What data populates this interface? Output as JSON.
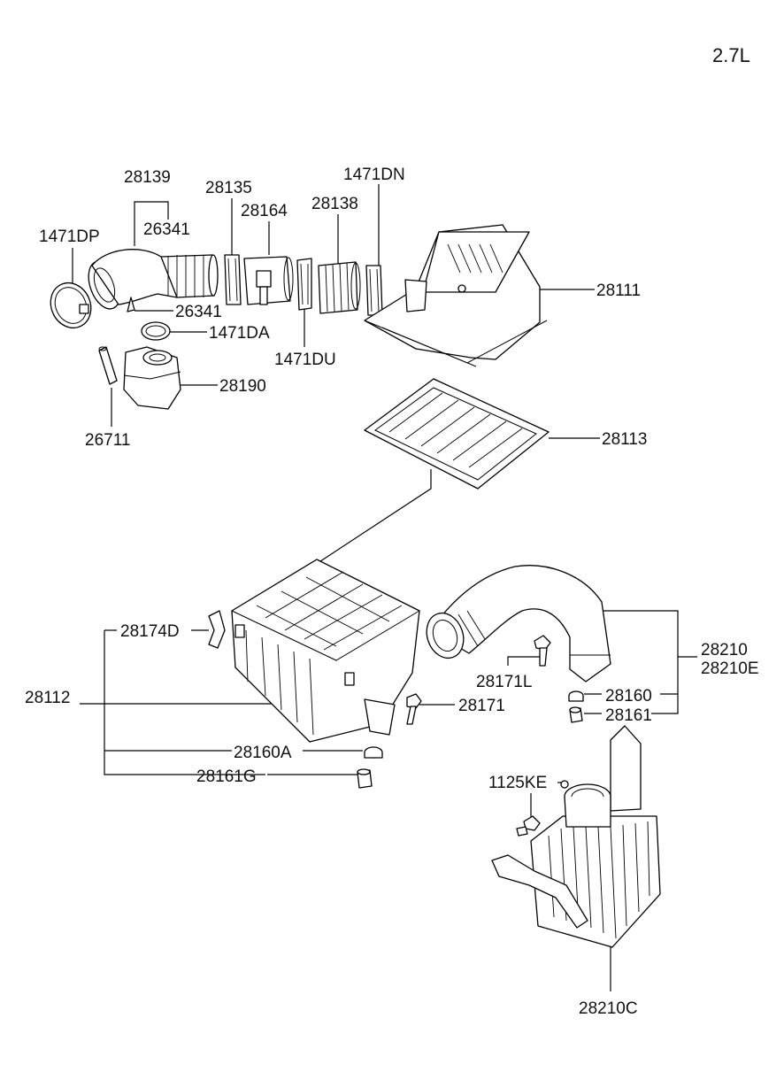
{
  "engine": "2.7L",
  "parts": {
    "p28139": "28139",
    "p26341a": "26341",
    "p26341b": "26341",
    "p1471dp": "1471DP",
    "p28135": "28135",
    "p28164": "28164",
    "p28138": "28138",
    "p1471dn": "1471DN",
    "p28111": "28111",
    "p1471da": "1471DA",
    "p1471du": "1471DU",
    "p28190": "28190",
    "p26711": "26711",
    "p28113": "28113",
    "p28174d": "28174D",
    "p28112": "28112",
    "p28171": "28171",
    "p28171l": "28171L",
    "p28210": "28210",
    "p28210e": "28210E",
    "p28160": "28160",
    "p28161": "28161",
    "p28160a": "28160A",
    "p28161g": "28161G",
    "p1125ke": "1125KE",
    "p28210c": "28210C"
  }
}
